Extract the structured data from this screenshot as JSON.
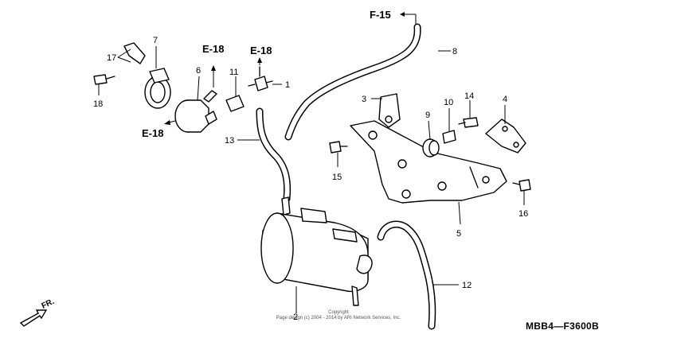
{
  "callouts": {
    "p1": "1",
    "p2": "2",
    "p3": "3",
    "p4": "4",
    "p5": "5",
    "p6": "6",
    "p7": "7",
    "p8": "8",
    "p9": "9",
    "p10": "10",
    "p11": "11",
    "p12": "12",
    "p13": "13",
    "p14": "14",
    "p15": "15",
    "p16": "16",
    "p17": "17",
    "p18": "18"
  },
  "references": {
    "f15": "F-15",
    "e18_a": "E-18",
    "e18_b": "E-18",
    "e18_c": "E-18"
  },
  "direction": {
    "label": "FR."
  },
  "diagram_code": "MBB4—F3600B",
  "copyright": {
    "line1": "Copyright",
    "line2": "Page design (c) 2004 - 2014 by ARI Network Services, Inc."
  }
}
